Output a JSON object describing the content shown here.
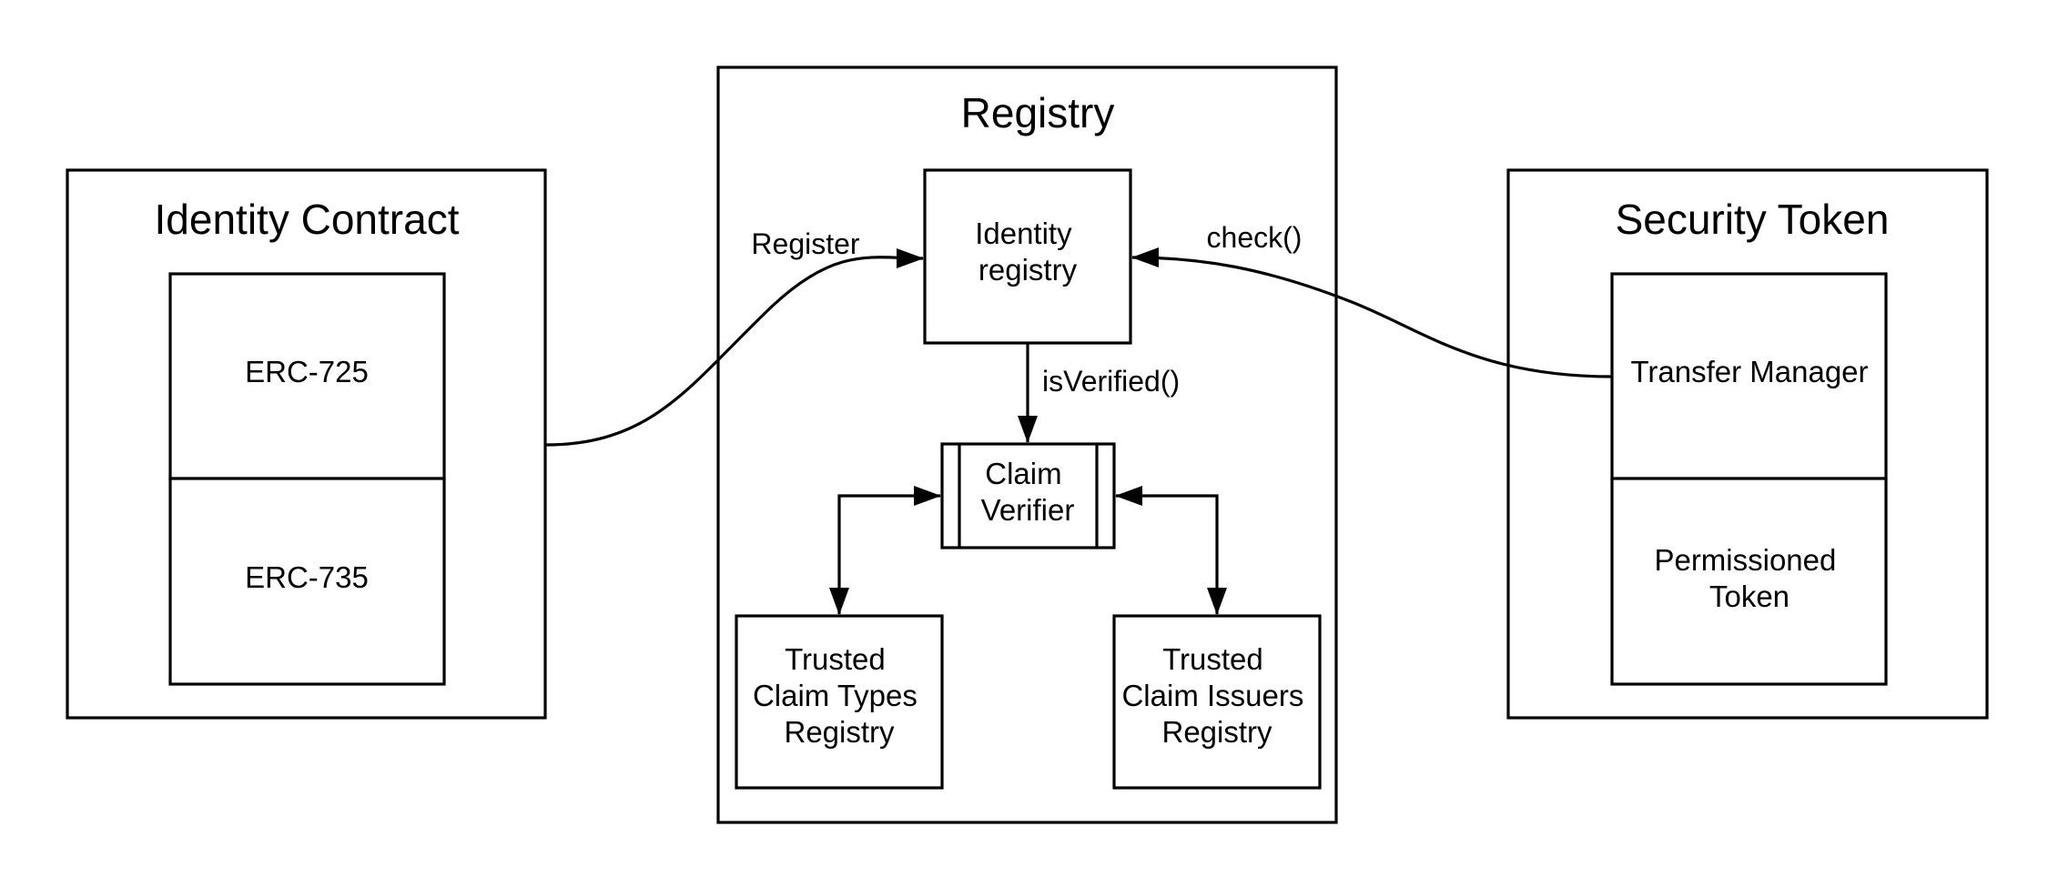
{
  "diagram": {
    "identity_contract": {
      "title": "Identity Contract",
      "erc725": "ERC-725",
      "erc735": "ERC-735"
    },
    "registry": {
      "title": "Registry",
      "identity_registry": [
        "Identity",
        "registry"
      ],
      "claim_verifier": [
        "Claim",
        "Verifier"
      ],
      "trusted_claim_types": [
        "Trusted",
        "Claim Types",
        "Registry"
      ],
      "trusted_claim_issuers": [
        "Trusted",
        "Claim Issuers",
        "Registry"
      ]
    },
    "security_token": {
      "title": "Security Token",
      "transfer_manager": "Transfer Manager",
      "permissioned_token": [
        "Permissioned",
        "Token"
      ]
    },
    "edges": {
      "register": "Register",
      "check": "check()",
      "is_verified": "isVerified()"
    }
  }
}
